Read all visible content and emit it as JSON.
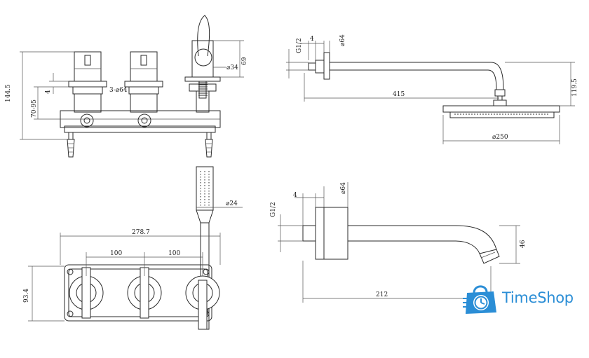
{
  "dimensions": {
    "height_total": "144.5",
    "valve_dim_4": "4",
    "valve_range": "70-95",
    "valve_holes": "3-⌀64",
    "spout_dia": "⌀34",
    "spout_69": "69",
    "arm_thread": "G1/2",
    "arm_4": "4",
    "arm_flange": "⌀64",
    "arm_length": "415",
    "arm_drop": "119.5",
    "head_dia": "⌀250",
    "hand_dia": "⌀24",
    "plate_width": "278.7",
    "spacing_a": "100",
    "spacing_b": "100",
    "plate_height": "93.4",
    "tub_thread": "G1/2",
    "tub_4": "4",
    "tub_flange": "⌀64",
    "tub_46": "46",
    "tub_length": "212"
  },
  "brand": {
    "name": "TimeShop",
    "color": "#2b8ed6",
    "icon": "shopping-bag-clock-icon"
  }
}
